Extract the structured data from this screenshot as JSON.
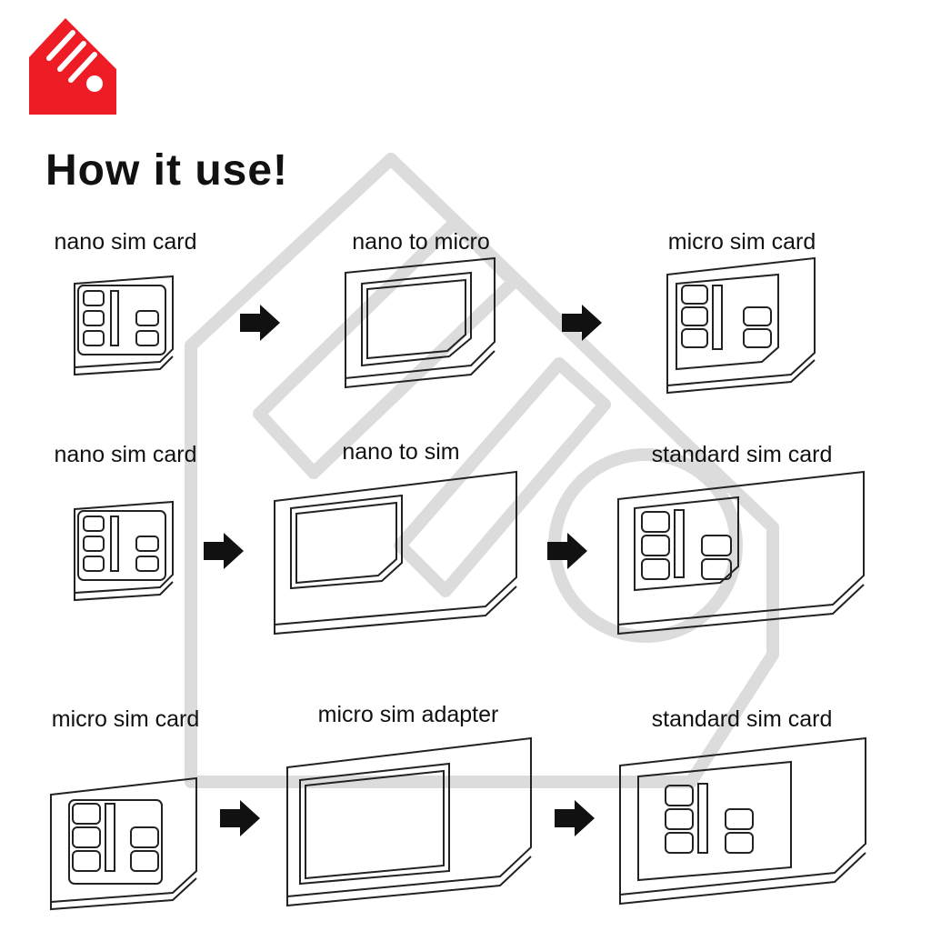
{
  "title": "How it use!",
  "colors": {
    "brand": "#ee1c24",
    "line": "#222222",
    "watermark": "#d8d8d8"
  },
  "icons": {
    "logo": "red-tag-logo-icon",
    "arrow": "right-arrow-icon"
  },
  "rows": [
    {
      "source_label": "nano sim card",
      "adapter_label": "nano to micro",
      "result_label": "micro sim card"
    },
    {
      "source_label": "nano sim card",
      "adapter_label": "nano to sim",
      "result_label": "standard sim card"
    },
    {
      "source_label": "micro sim card",
      "adapter_label": "micro sim adapter",
      "result_label": "standard sim card"
    }
  ]
}
